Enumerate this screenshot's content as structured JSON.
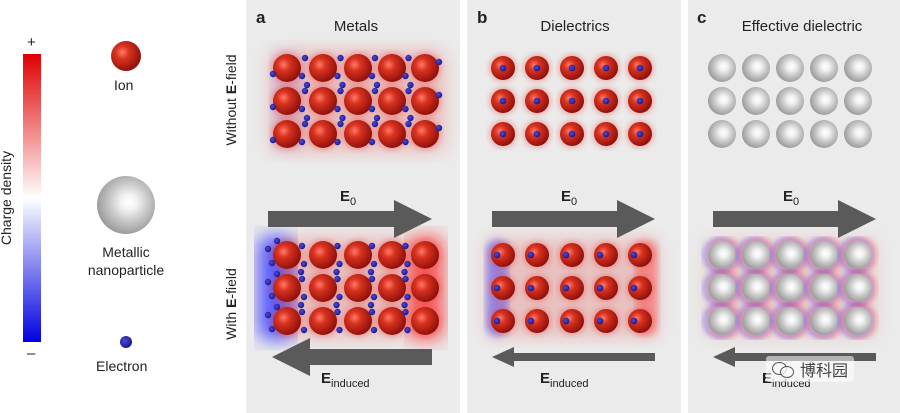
{
  "legend": {
    "colorbar_title": "Charge density",
    "plus": "+",
    "minus": "–",
    "ion_label": "Ion",
    "np_label_line1": "Metallic",
    "np_label_line2": "nanoparticle",
    "electron_label": "Electron"
  },
  "rows": {
    "without_prefix": "Without ",
    "without_bold": "E",
    "without_suffix": "-field",
    "with_prefix": "With ",
    "with_bold": "E",
    "with_suffix": "-field"
  },
  "panels": [
    {
      "letter": "a",
      "title": "Metals",
      "e0": "E",
      "e0_sub": "0",
      "ei": "E",
      "ei_sub": "induced"
    },
    {
      "letter": "b",
      "title": "Dielectrics",
      "e0": "E",
      "e0_sub": "0",
      "ei": "E",
      "ei_sub": "induced"
    },
    {
      "letter": "c",
      "title": "Effective dielectric",
      "e0": "E",
      "e0_sub": "0",
      "ei": "E",
      "ei_sub": "induced"
    }
  ],
  "watermark": "博科园",
  "colors": {
    "ion": "#c9231c",
    "electron": "#2727b5",
    "nanoparticle": "#b5b5b5",
    "arrow": "#5a5a5a",
    "positive": "#e00000",
    "negative": "#0000e0"
  }
}
